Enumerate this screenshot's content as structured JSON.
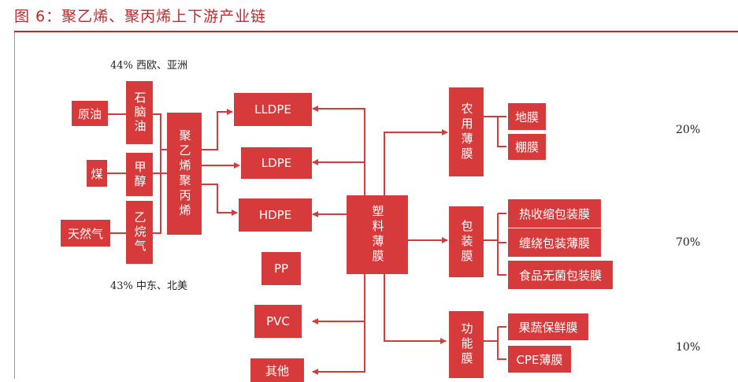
{
  "figure": {
    "title": "图 6：聚乙烯、聚丙烯上下游产业链"
  },
  "raw_materials": {
    "crude_oil": "原油",
    "coal": "煤",
    "natural_gas": "天然气"
  },
  "intermediates": {
    "naphtha": "石脑油",
    "methanol": "甲醇",
    "ethane": "乙烷气"
  },
  "polymer": "聚乙烯聚丙烯",
  "products": {
    "lldpe": "LLDPE",
    "ldpe": "LDPE",
    "hdpe": "HDPE",
    "pp": "PP",
    "pvc": "PVC",
    "other": "其他"
  },
  "center": "塑料薄膜",
  "applications": {
    "agri": {
      "label": "农用薄膜",
      "items": [
        "地膜",
        "棚膜"
      ],
      "share": "20%"
    },
    "packaging": {
      "label": "包装膜",
      "items": [
        "热收缩包装膜",
        "缠绕包装薄膜",
        "食品无菌包装膜"
      ],
      "share": "70%"
    },
    "functional": {
      "label": "功能膜",
      "items": [
        "果蔬保鲜膜",
        "CPE薄膜"
      ],
      "share": "10%"
    }
  },
  "notes": {
    "top": "44%  西欧、亚洲",
    "bottom": "43%  中东、北美"
  },
  "colors": {
    "box": "#d63a3a",
    "accent": "#c0282b"
  }
}
